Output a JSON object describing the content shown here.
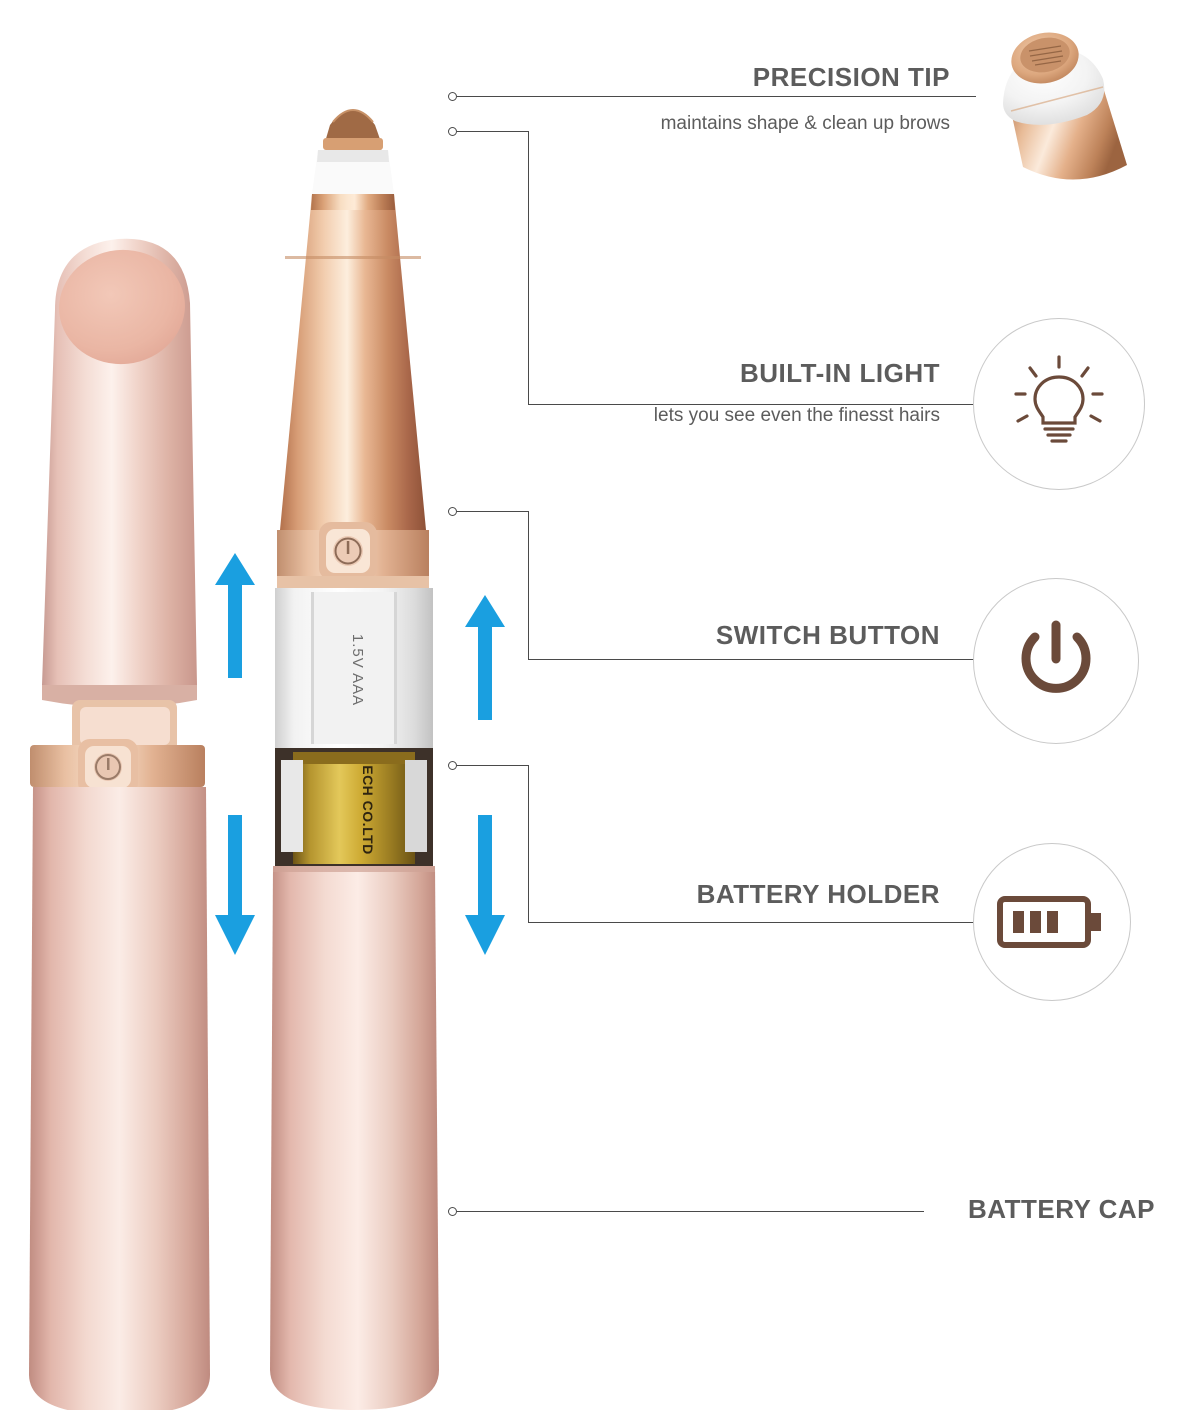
{
  "diagram": {
    "title": "Eyebrow trimmer feature callout diagram",
    "background_color": "#ffffff",
    "accent_arrow_color": "#1a9fe0",
    "label_color": "#5c5c5c",
    "leader_color": "#4a4a4a",
    "icon_stroke_color": "#6b4a3a"
  },
  "features": [
    {
      "id": "precision-tip",
      "title": "PRECISION TIP",
      "subtitle": "maintains shape & clean up brows",
      "icon": "precision-tip-icon"
    },
    {
      "id": "built-in-light",
      "title": "BUILT-IN LIGHT",
      "subtitle": "lets you see even the finesst hairs",
      "icon": "lightbulb-icon"
    },
    {
      "id": "switch-button",
      "title": "SWITCH BUTTON",
      "subtitle": "",
      "icon": "power-icon"
    },
    {
      "id": "battery-holder",
      "title": "BATTERY HOLDER",
      "subtitle": "",
      "icon": "battery-icon"
    },
    {
      "id": "battery-cap",
      "title": "BATTERY CAP",
      "subtitle": "",
      "icon": ""
    }
  ],
  "device": {
    "battery_label_top": "1.5V  AAA",
    "battery_label_bottom": "ECH CO.LTD",
    "power_symbol": "Ⓘ"
  }
}
